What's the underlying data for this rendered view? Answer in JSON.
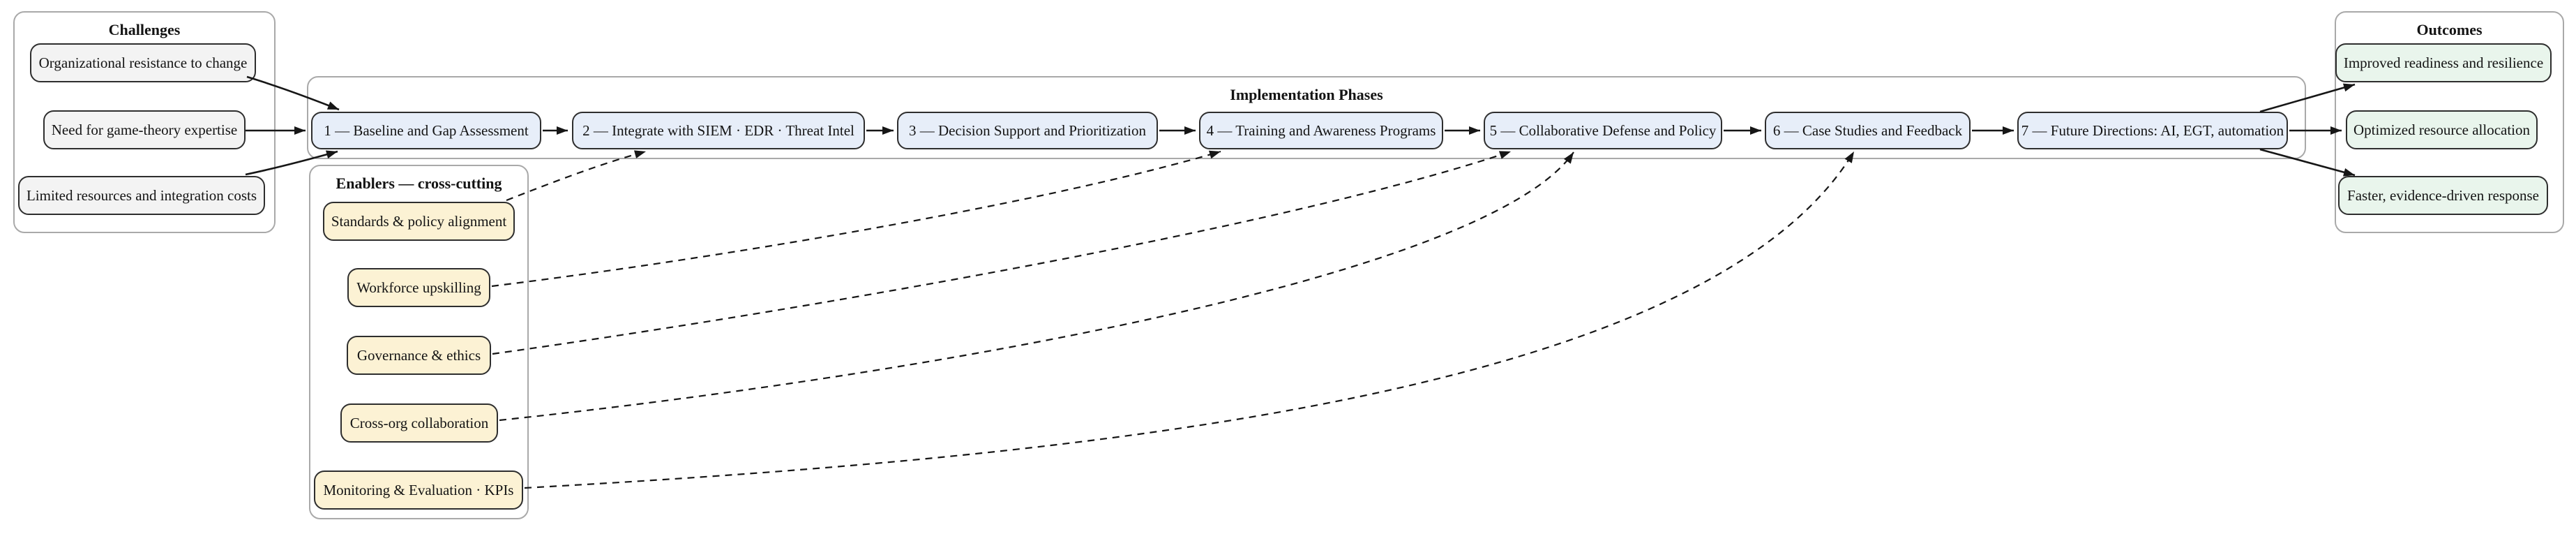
{
  "diagram": {
    "clusters": {
      "challenges": {
        "title": "Challenges",
        "items": [
          {
            "id": "ch1",
            "label": "Organizational resistance to change"
          },
          {
            "id": "ch2",
            "label": "Need for game-theory expertise"
          },
          {
            "id": "ch3",
            "label": "Limited resources and integration costs"
          }
        ]
      },
      "phases": {
        "title": "Implementation Phases",
        "items": [
          {
            "id": "p1",
            "label": "1 — Baseline and Gap Assessment"
          },
          {
            "id": "p2",
            "label": "2 — Integrate with SIEM · EDR · Threat Intel"
          },
          {
            "id": "p3",
            "label": "3 — Decision Support and Prioritization"
          },
          {
            "id": "p4",
            "label": "4 — Training and Awareness Programs"
          },
          {
            "id": "p5",
            "label": "5 — Collaborative Defense and Policy"
          },
          {
            "id": "p6",
            "label": "6 — Case Studies and Feedback"
          },
          {
            "id": "p7",
            "label": "7 — Future Directions: AI, EGT, automation"
          }
        ]
      },
      "enablers": {
        "title": "Enablers — cross-cutting",
        "items": [
          {
            "id": "e1",
            "label": "Standards & policy alignment"
          },
          {
            "id": "e2",
            "label": "Workforce upskilling"
          },
          {
            "id": "e3",
            "label": "Governance & ethics"
          },
          {
            "id": "e4",
            "label": "Cross-org collaboration"
          },
          {
            "id": "e5",
            "label": "Monitoring & Evaluation · KPIs"
          }
        ]
      },
      "outcomes": {
        "title": "Outcomes",
        "items": [
          {
            "id": "o1",
            "label": "Improved readiness and resilience"
          },
          {
            "id": "o2",
            "label": "Optimized resource allocation"
          },
          {
            "id": "o3",
            "label": "Faster, evidence-driven response"
          }
        ]
      }
    },
    "edges": {
      "solid": [
        {
          "from": "ch1",
          "to": "p1"
        },
        {
          "from": "ch2",
          "to": "p1"
        },
        {
          "from": "ch3",
          "to": "p1"
        },
        {
          "from": "p1",
          "to": "p2"
        },
        {
          "from": "p2",
          "to": "p3"
        },
        {
          "from": "p3",
          "to": "p4"
        },
        {
          "from": "p4",
          "to": "p5"
        },
        {
          "from": "p5",
          "to": "p6"
        },
        {
          "from": "p6",
          "to": "p7"
        },
        {
          "from": "p7",
          "to": "o1"
        },
        {
          "from": "p7",
          "to": "o2"
        },
        {
          "from": "p7",
          "to": "o3"
        }
      ],
      "dashed": [
        {
          "from": "e1",
          "to": "p2"
        },
        {
          "from": "e2",
          "to": "p4"
        },
        {
          "from": "e3",
          "to": "p5"
        },
        {
          "from": "e4",
          "to": "p5"
        },
        {
          "from": "e5",
          "to": "p6"
        }
      ]
    },
    "colors": {
      "challenge_fill": "#f3f3f3",
      "phase_fill": "#e7eef9",
      "enabler_fill": "#fcf2d4",
      "outcome_fill": "#e9f5ec",
      "node_border": "#2e2e2e",
      "cluster_border": "#a9a9a9",
      "edge": "#161616"
    }
  }
}
